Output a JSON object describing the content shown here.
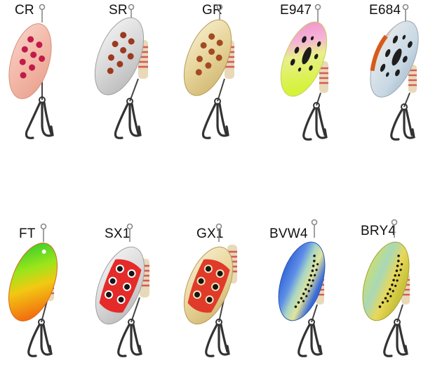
{
  "lures": [
    {
      "code": "CR",
      "blade": "rosegold",
      "pattern": "red-dots"
    },
    {
      "code": "SR",
      "blade": "silver",
      "pattern": "brown-dots"
    },
    {
      "code": "GR",
      "blade": "gold",
      "pattern": "brown-dots"
    },
    {
      "code": "E947",
      "blade": "rainbow-pink-yellow",
      "pattern": "black-ovals"
    },
    {
      "code": "E684",
      "blade": "orange-edge-pale-blue",
      "pattern": "black-ovals"
    },
    {
      "code": "FT",
      "blade": "fire-tiger",
      "pattern": "none"
    },
    {
      "code": "SX1",
      "blade": "silver",
      "pattern": "red-band-black-dots"
    },
    {
      "code": "GX1",
      "blade": "gold",
      "pattern": "red-band-black-dots"
    },
    {
      "code": "BVW4",
      "blade": "blue-stripe",
      "pattern": "black-dot-line"
    },
    {
      "code": "BRY4",
      "blade": "yellow-green",
      "pattern": "black-dot-line"
    }
  ],
  "colors": {
    "hook": "#3a3a3a",
    "bead": "#e06a6a",
    "swivel": "#8a8a8a"
  }
}
